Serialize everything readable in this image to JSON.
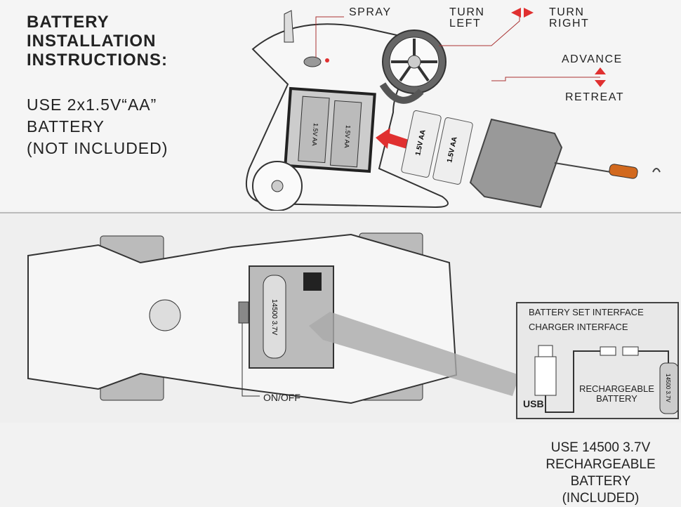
{
  "top": {
    "title_lines": [
      "BATTERY",
      "INSTALLATION",
      "INSTRUCTIONS:"
    ],
    "battery_lines": [
      "USE 2x1.5V“AA”",
      "BATTERY",
      "(NOT INCLUDED)"
    ],
    "labels": {
      "spray": "SPRAY",
      "turn_left": [
        "TURN",
        "LEFT"
      ],
      "turn_right": [
        "TURN",
        "RIGHT"
      ],
      "advance": "ADVANCE",
      "retreat": "RETREAT"
    },
    "compartment_label": "1.5V AA",
    "loose_battery_label": "1.5V AA",
    "accent_color": "#e03030"
  },
  "bottom": {
    "battery_lines": [
      "USE 14500 3.7V",
      "RECHARGEABLE",
      "BATTERY",
      "(INCLUDED)"
    ],
    "car_battery_label": "14500  3.7V",
    "switch_label": "ON/OFF",
    "inset": {
      "battery_set_interface": "BATTERY SET INTERFACE",
      "charger_interface": "CHARGER INTERFACE",
      "usb": "USB",
      "rechargeable_battery": [
        "RECHARGEABLE",
        "BATTERY"
      ],
      "battery_label": "14500  3.7V"
    }
  }
}
